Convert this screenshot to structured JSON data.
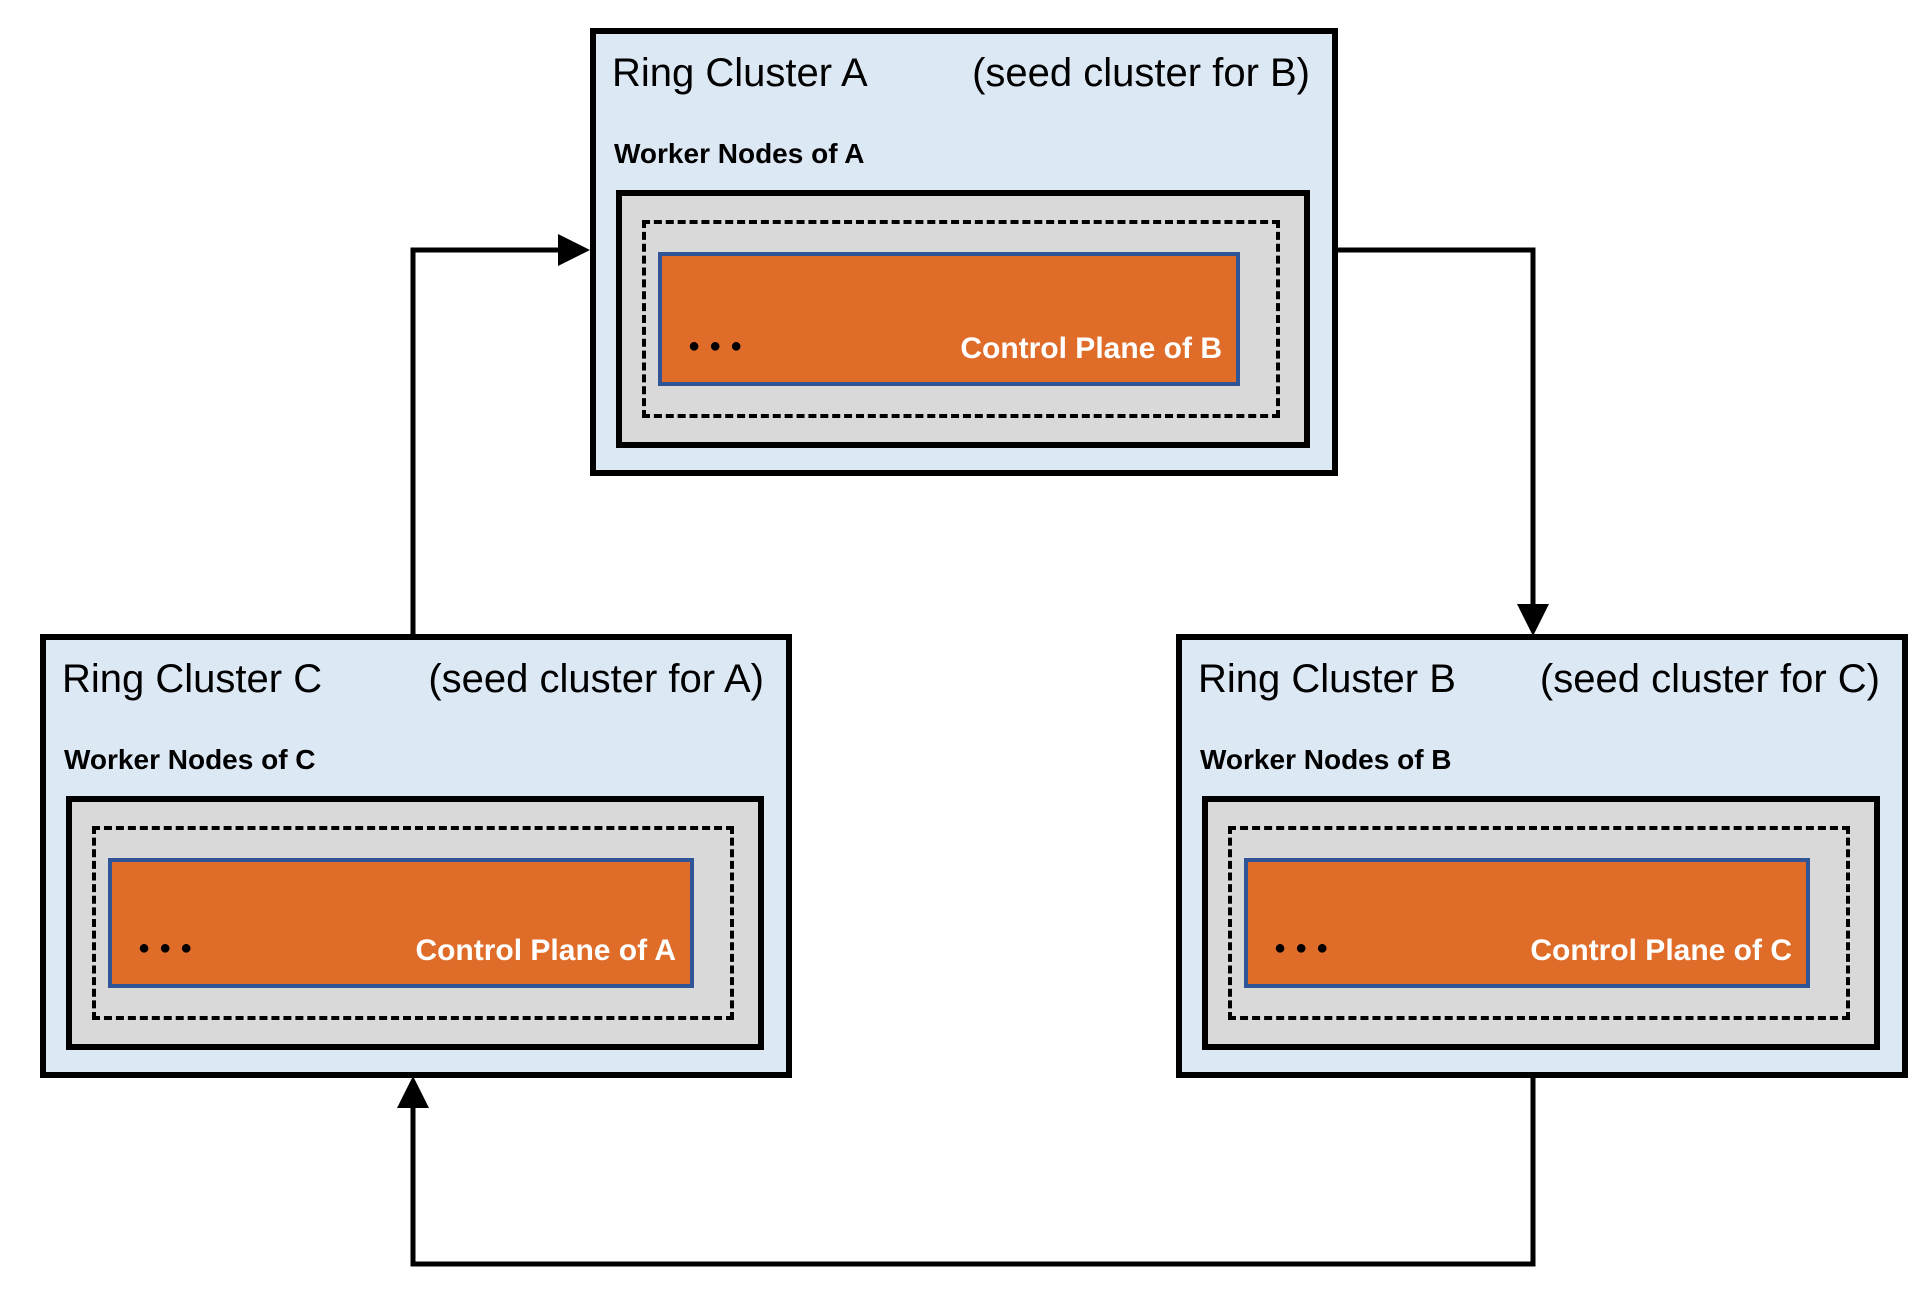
{
  "clusters": [
    {
      "id": "A",
      "title": "Ring Cluster A",
      "subtitle": "(seed cluster for B)",
      "worker_label": "Worker Nodes of A",
      "control_plane_label": "Control Plane of B",
      "dots": "●●●"
    },
    {
      "id": "C",
      "title": "Ring Cluster C",
      "subtitle": "(seed cluster for A)",
      "worker_label": "Worker Nodes of C",
      "control_plane_label": "Control Plane of A",
      "dots": "●●●"
    },
    {
      "id": "B",
      "title": "Ring Cluster B",
      "subtitle": "(seed cluster for C)",
      "worker_label": "Worker Nodes of B",
      "control_plane_label": "Control Plane of C",
      "dots": "●●●"
    }
  ],
  "colors": {
    "cluster_bg": "#dde8f5",
    "cluster_border": "#000000",
    "worker_box_bg": "#d9d9d9",
    "control_plane_bg": "#e06c29",
    "control_plane_border": "#2f5597",
    "arrow": "#000000"
  }
}
